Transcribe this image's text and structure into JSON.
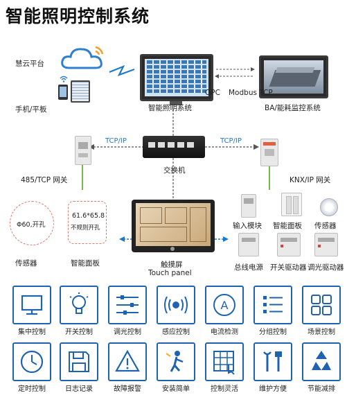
{
  "title": "智能照明控制系统",
  "nodes": {
    "cloud": "慧云平台",
    "phone": "手机/平板",
    "lighting_system": "智能照明系统",
    "opc": "OPC",
    "modbus": "Modbus TCP",
    "ba": "BA/能耗监控系统",
    "switch": "交换机",
    "tcpip_left": "TCP/IP",
    "tcpip_right": "TCP/IP",
    "gw485": "485/TCP 网关",
    "knx": "KNX/IP 网关",
    "sensor_left": "传感器",
    "sensor_left_tag": "Φ60,开孔",
    "panel_left": "智能面板",
    "panel_left_tag1": "61.6*65.8",
    "panel_left_tag2": "不规则开孔",
    "touch_cn": "触摸屏",
    "touch_en": "Touch panel",
    "input_module": "输入模块",
    "smart_panel": "智能面板",
    "sensor_right": "传感器",
    "bus_power": "总线电源",
    "switch_driver": "开关驱动器",
    "dimmer_driver": "调光驱动器"
  },
  "features_row1": [
    {
      "label": "集中控制",
      "icon": "monitor-icon"
    },
    {
      "label": "开关控制",
      "icon": "bulb-icon"
    },
    {
      "label": "调光控制",
      "icon": "sliders-icon"
    },
    {
      "label": "感应控制",
      "icon": "sensor-icon"
    },
    {
      "label": "电流检测",
      "icon": "ammeter-icon"
    },
    {
      "label": "分组控制",
      "icon": "list-icon"
    },
    {
      "label": "场景控制",
      "icon": "grid-icon"
    }
  ],
  "features_row2": [
    {
      "label": "定时控制",
      "icon": "clock-icon"
    },
    {
      "label": "日志记录",
      "icon": "floppy-icon"
    },
    {
      "label": "故障报警",
      "icon": "warning-icon"
    },
    {
      "label": "安装简单",
      "icon": "worker-icon"
    },
    {
      "label": "控制灵活",
      "icon": "touch-grid-icon"
    },
    {
      "label": "维护方便",
      "icon": "tools-icon"
    },
    {
      "label": "节能减排",
      "icon": "recycle-icon"
    }
  ],
  "colors": {
    "accent": "#1f63b0",
    "proto": "#1f78c8",
    "wire": "#7ab648",
    "dash": "#e07a6a"
  }
}
